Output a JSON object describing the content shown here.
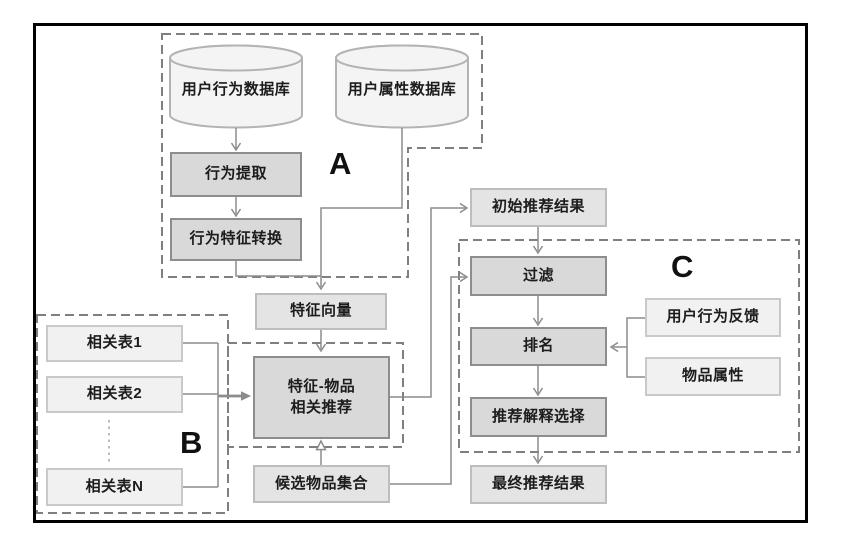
{
  "figure": {
    "section_labels": {
      "a": "A",
      "b": "B",
      "c": "C"
    },
    "nodes": {
      "user_behavior_db": "用户行为数据库",
      "user_attr_db": "用户属性数据库",
      "behavior_extraction": "行为提取",
      "behavior_feature_conversion": "行为特征转换",
      "feature_vector": "特征向量",
      "related_table_1": "相关表1",
      "related_table_2": "相关表2",
      "related_table_n": "相关表N",
      "feature_item_rec": "特征-物品\n相关推荐",
      "candidate_item_set": "候选物品集合",
      "initial_rec_result": "初始推荐结果",
      "filter": "过滤",
      "ranking": "排名",
      "rec_explanation_selection": "推荐解释选择",
      "final_rec_result": "最终推荐结果",
      "user_behavior_feedback": "用户行为反馈",
      "item_attributes": "物品属性"
    },
    "colors": {
      "process_box_fill": "#d9d9d9",
      "process_box_border": "#8d8d8d",
      "result_box_fill": "#e4e4e4",
      "result_box_border": "#bdbdbd",
      "source_box_fill": "#f1f1f1",
      "source_box_border": "#c9c9c9",
      "cylinder_fill": "#f4f4f4",
      "cylinder_border": "#b3b3b3",
      "connector_line": "#8c8c8c",
      "dashed_region": "#7f7f7f",
      "outer_frame": "#000000"
    }
  }
}
